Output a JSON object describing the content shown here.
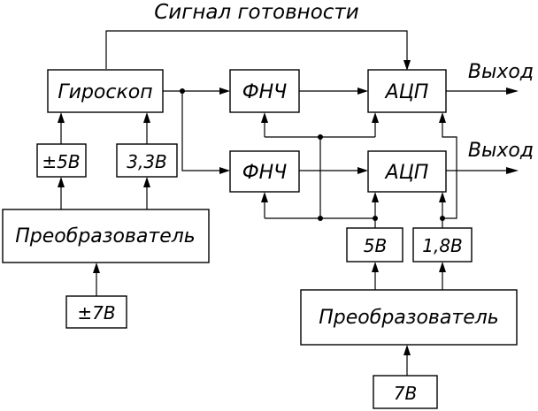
{
  "diagram": {
    "signal_label": "Сигнал готовности",
    "blocks": {
      "gyro": "Гироскоп",
      "lpf_top": "ФНЧ",
      "lpf_bottom": "ФНЧ",
      "adc_top": "АЦП",
      "adc_bottom": "АЦП",
      "supply_pm5": "±5В",
      "supply_33": "3,3В",
      "converter_left": "Преобразователь",
      "input_pm7": "±7В",
      "supply_5": "5В",
      "supply_18": "1,8В",
      "converter_right": "Преобразователь",
      "input_7": "7В"
    },
    "outputs": {
      "top": "Выход",
      "bottom": "Выход"
    }
  }
}
